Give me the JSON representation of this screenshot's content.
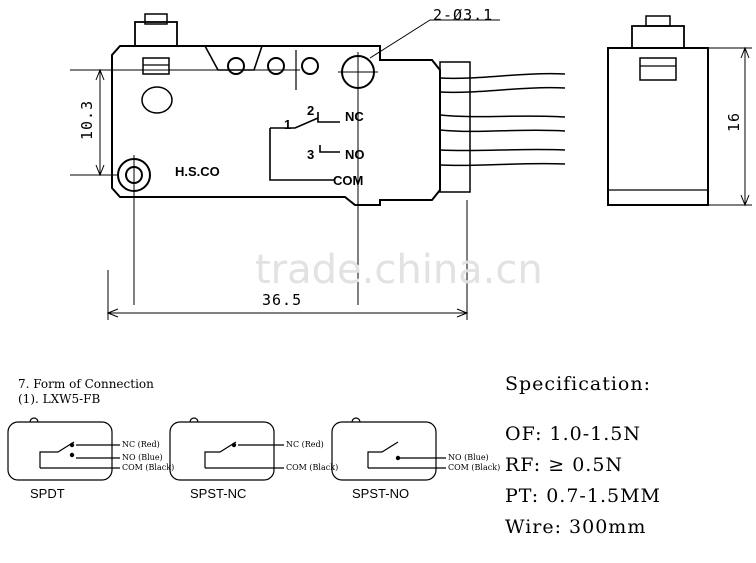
{
  "drawing": {
    "hole_callout": "2-Ø3.1",
    "height_dim": "10.3",
    "width_dim": "36.5",
    "side_dim": "16",
    "brand": "H.S.CO",
    "terminals": {
      "nc": "NC",
      "no": "NO",
      "com": "COM",
      "pin_1": "1",
      "pin_2": "2",
      "pin_3": "3"
    }
  },
  "watermark": "trade.china.cn",
  "connection": {
    "heading": "7. Form of Connection",
    "subheading": "(1). LXW5-FB",
    "wire_nc": "NC (Red)",
    "wire_no": "NO (Blue)",
    "wire_com": "COM (Black)",
    "types": [
      "SPDT",
      "SPST-NC",
      "SPST-NO"
    ]
  },
  "specification": {
    "title": "Specification:",
    "lines": [
      "OF: 1.0-1.5N",
      "RF: ≥ 0.5N",
      "PT: 0.7-1.5MM",
      "Wire: 300mm"
    ]
  }
}
